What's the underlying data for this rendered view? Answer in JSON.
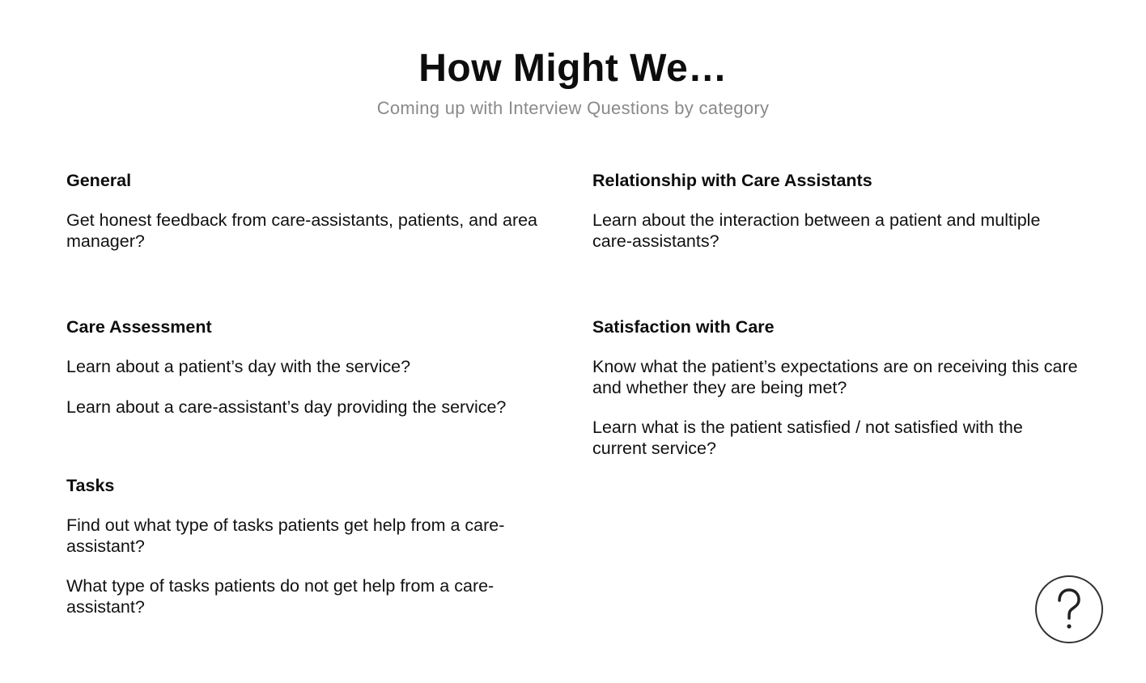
{
  "header": {
    "title": "How Might We…",
    "subtitle": "Coming up with Interview Questions by category"
  },
  "sections": [
    {
      "heading": "General",
      "questions": [
        "Get honest feedback from care-assistants, patients, and area manager?"
      ]
    },
    {
      "heading": "Relationship with Care Assistants",
      "questions": [
        "Learn about the interaction between a patient and multiple care-assistants?"
      ]
    },
    {
      "heading": "Care Assessment",
      "questions": [
        "Learn about a patient’s day with the service?",
        "Learn about a care-assistant’s day providing the service?"
      ]
    },
    {
      "heading": "Satisfaction with Care",
      "questions": [
        "Know what the patient’s expectations are on receiving this care and whether they are being met?",
        "Learn what is the patient satisfied / not satisfied with the current service?"
      ]
    },
    {
      "heading": "Tasks",
      "questions": [
        "Find out what type of tasks patients get help from a care-assistant?",
        "What type of tasks patients do not get help from a care-assistant?"
      ]
    }
  ],
  "help_button": {
    "icon": "question-mark-icon"
  }
}
